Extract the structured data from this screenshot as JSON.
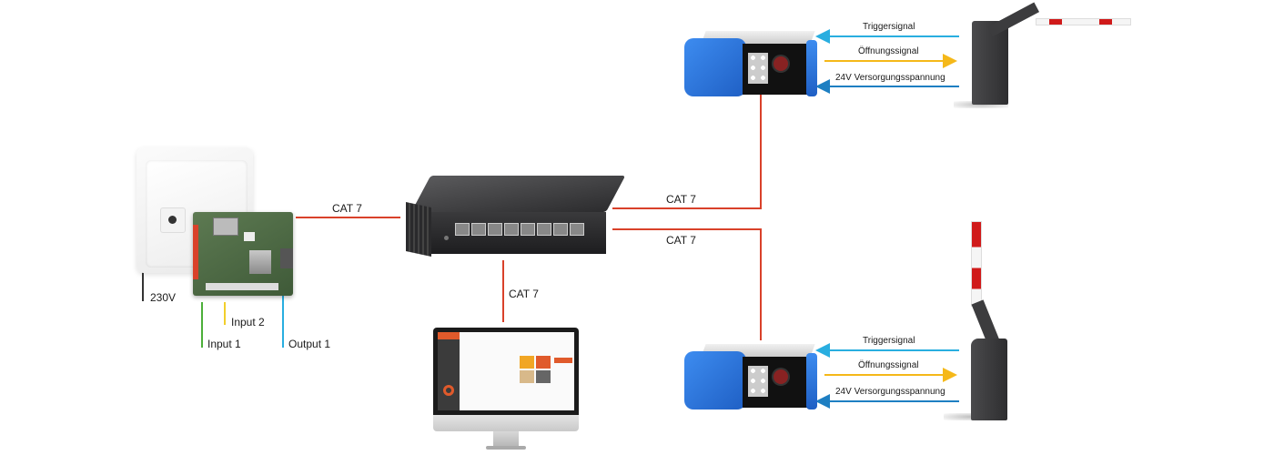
{
  "diagram": {
    "colors": {
      "cable": "#d9412a",
      "trigger": "#29aee0",
      "opening": "#f5b819",
      "power": "#1e7fc2",
      "input1": "#4caf3a",
      "input2": "#f2cf2b",
      "output1": "#29aee0",
      "power230": "#333333",
      "camera_blue": "#1f6fd6",
      "barrier_body": "#3a3a3c",
      "barrier_stripe": "#d01a1a"
    },
    "controller": {
      "power_label": "230V",
      "inputs": [
        {
          "label": "Input 1"
        },
        {
          "label": "Input 2"
        }
      ],
      "output_label": "Output 1"
    },
    "links": {
      "controller_to_switch": "CAT 7",
      "switch_to_camera_top": "CAT 7",
      "switch_to_camera_bottom": "CAT 7",
      "switch_to_monitor": "CAT 7"
    },
    "signals_top": [
      {
        "label": "Triggersignal",
        "direction": "left"
      },
      {
        "label": "Öffnungssignal",
        "direction": "right"
      },
      {
        "label": "24V Versorgungsspannung",
        "direction": "left"
      }
    ],
    "signals_bottom": [
      {
        "label": "Triggersignal",
        "direction": "left"
      },
      {
        "label": "Öffnungssignal",
        "direction": "right"
      },
      {
        "label": "24V Versorgungsspannung",
        "direction": "left"
      }
    ]
  }
}
